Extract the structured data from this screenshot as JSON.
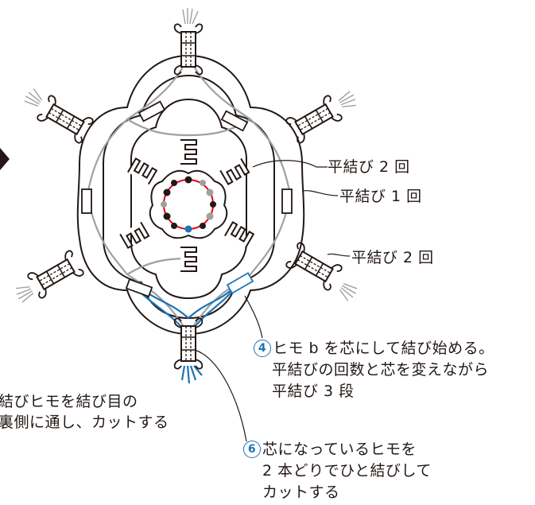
{
  "labels": {
    "hira2_top": "平結び 2 回",
    "hira1": "平結び 1 回",
    "hira2_bottom": "平結び 2 回"
  },
  "step4": {
    "number": "4",
    "line1": "ヒモ b を芯にして結び始める。",
    "line2": "平結びの回数と芯を変えながら",
    "line3": "平結び 3 段"
  },
  "step5": {
    "line1": "結びヒモを結び目の",
    "line2": "裏側に通し、カットする"
  },
  "step6": {
    "number": "6",
    "line1": "芯になっているヒモを",
    "line2": "2 本どりでひと結びして",
    "line3": "カットする"
  },
  "colors": {
    "outline": "#231815",
    "cord_gray": "#9fa0a0",
    "accent_blue": "#1d74b7",
    "ring_red": "#e60012"
  }
}
